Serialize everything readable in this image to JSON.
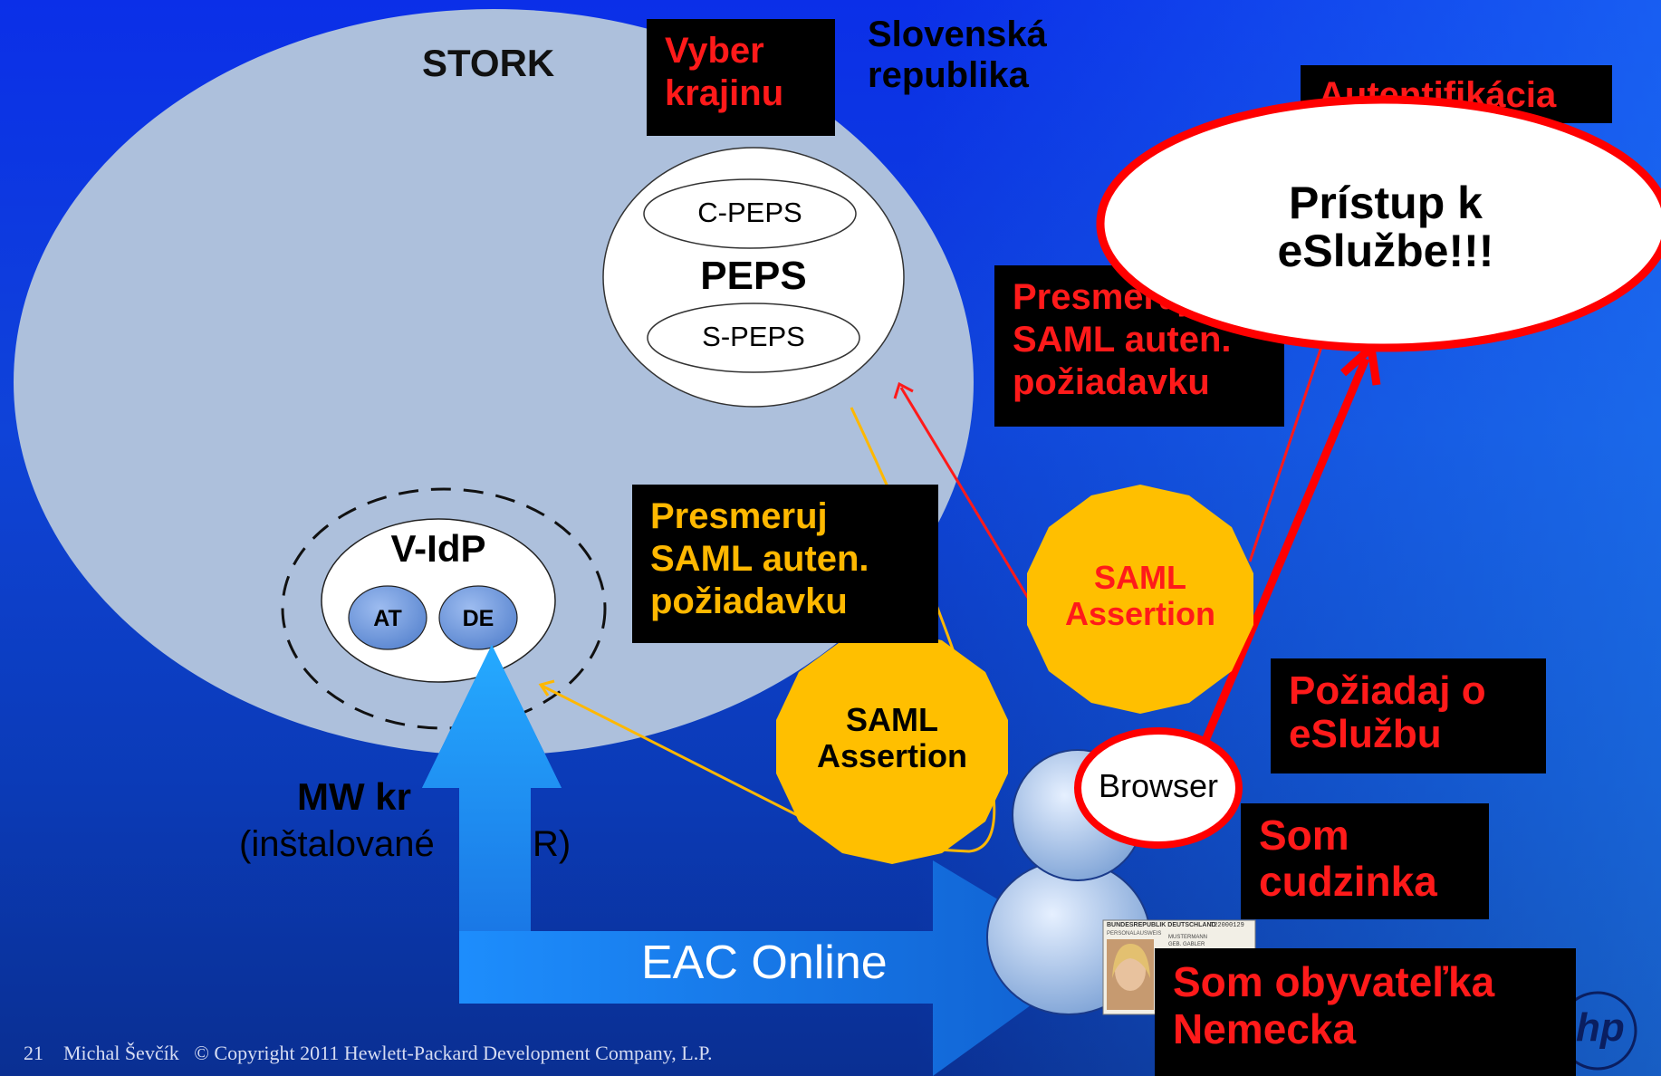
{
  "diagram": {
    "stork_label": "STORK",
    "country": {
      "line1": "Slovenská",
      "line2": "republika"
    },
    "select_country": {
      "line1": "Vyber",
      "line2": "krajinu"
    },
    "authentication_label": "Autentifikácia",
    "access": {
      "line1": "Prístup k",
      "line2": "eSlužbe!!!"
    },
    "peps": {
      "title": "PEPS",
      "c_peps": "C-PEPS",
      "s_peps": "S-PEPS"
    },
    "redirect_red": {
      "line1": "Presmeruj",
      "line2": "SAML auten.",
      "line3": "požiadavku"
    },
    "redirect_yellow": {
      "line1": "Presmeruj",
      "line2": "SAML auten.",
      "line3": "požiadavku"
    },
    "vidp": {
      "title": "V-IdP",
      "at": "AT",
      "de": "DE"
    },
    "saml_assertion_red": {
      "line1": "SAML",
      "line2": "Assertion"
    },
    "saml_assertion_black": {
      "line1": "SAML",
      "line2": "Assertion"
    },
    "request_service": {
      "line1": "Požiadaj o",
      "line2": "eSlužbu"
    },
    "browser": "Browser",
    "foreigner": {
      "line1": "Som",
      "line2": "cudzinka"
    },
    "resident": {
      "line1": "Som obyvateľka",
      "line2": "Nemecka"
    },
    "mw": {
      "line1": "MW kr",
      "line2": "(inštalované",
      "line2_tail": "R)"
    },
    "eac_online": "EAC Online",
    "id_card": {
      "header": "BUNDESREPUBLIK DEUTSCHLAND",
      "number": "T22000129",
      "sub": "PERSONALAUSWEIS",
      "name": "MUSTERMANN",
      "birth_name": "GEB. GABLER"
    },
    "logo_text": "hp"
  },
  "footer": {
    "slide_number": "21",
    "author": "Michal Ševčík",
    "copyright": "© Copyright 2011 Hewlett-Packard Development Company, L.P."
  },
  "colors": {
    "background": "#0b3bd0",
    "stork_ellipse": "#adc0dc",
    "label_box": "#000000",
    "red_text": "#ff1a1a",
    "yellow_text": "#ffb800",
    "saml_badge": "#ffbf00",
    "red_border": "#ff0000",
    "eac_arrow": "#1e90ff",
    "country_pill": "#6a96dc"
  }
}
